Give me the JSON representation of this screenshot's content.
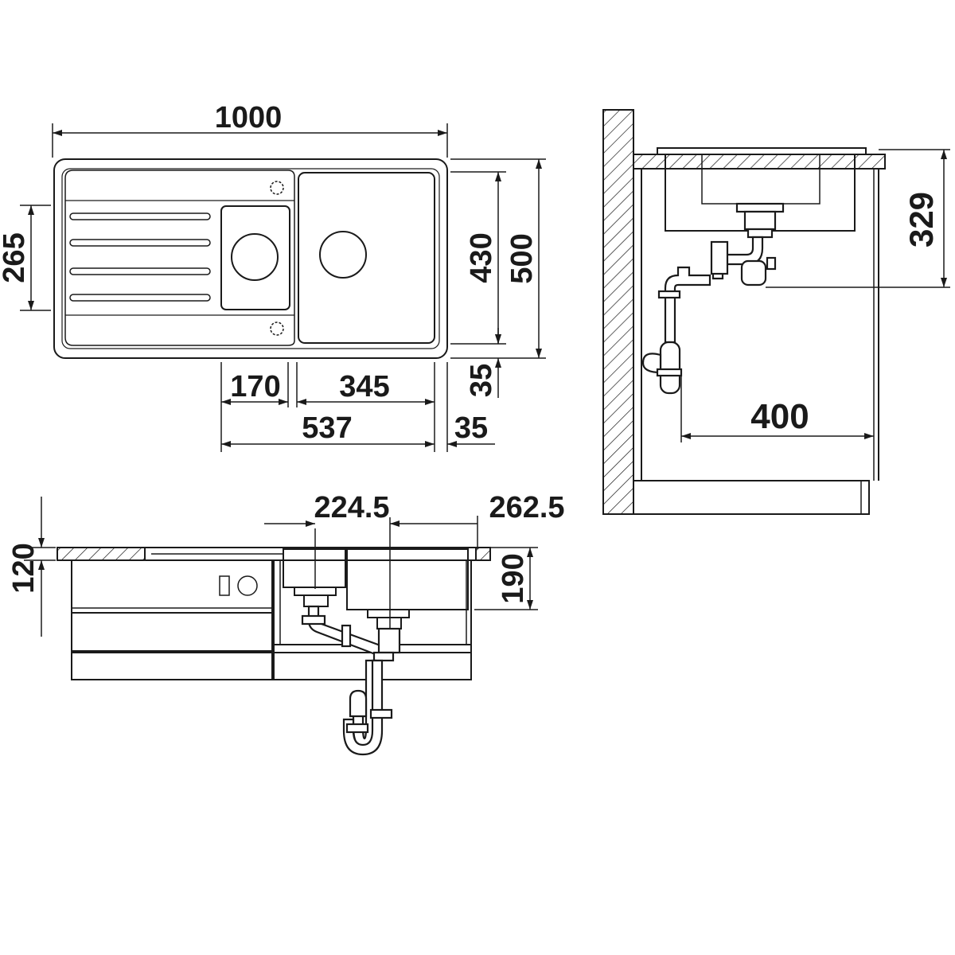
{
  "plan_view": {
    "overall_width": "1000",
    "depth_left": "265",
    "depth_inner": "430",
    "depth_outer": "500",
    "bowl_small_width": "170",
    "bowl_large_width": "345",
    "offset_bottom": "35",
    "bowls_total_width": "537",
    "offset_right": "35"
  },
  "side_view": {
    "height": "329",
    "depth": "400"
  },
  "front_view": {
    "spacing_left": "224.5",
    "spacing_right": "262.5",
    "worktop_height": "120",
    "bowl_depth": "190"
  },
  "colors": {
    "line": "#1a1a1a",
    "background": "#ffffff"
  }
}
